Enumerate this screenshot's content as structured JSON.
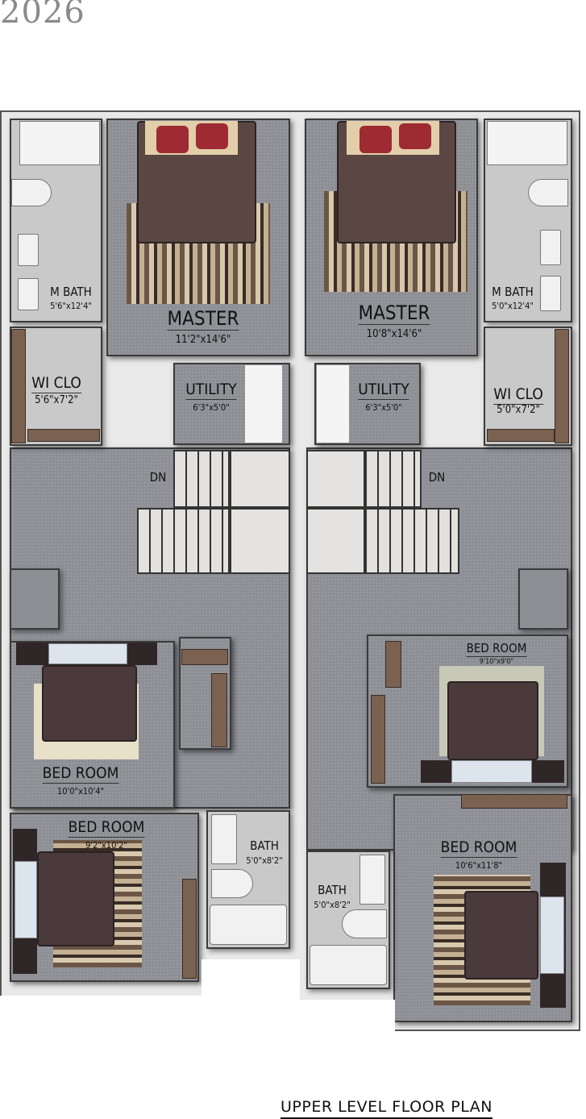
{
  "header": {
    "year": "2026"
  },
  "plan_title": "UPPER LEVEL FLOOR PLAN",
  "left_unit": {
    "m_bath": {
      "name": "M BATH",
      "dim": "5'6\"x12'4\""
    },
    "wi_clo": {
      "name": "WI CLO",
      "dim": "5'6\"x7'2\""
    },
    "master": {
      "name": "MASTER",
      "dim": "11'2\"x14'6\""
    },
    "utility": {
      "name": "UTILITY",
      "dim": "6'3\"x5'0\""
    },
    "stairs": {
      "label": "DN"
    },
    "bedroom_1": {
      "name": "BED ROOM",
      "dim": "10'0\"x10'4\""
    },
    "bedroom_2": {
      "name": "BED ROOM",
      "dim": "9'2\"x10'2\""
    },
    "bath": {
      "name": "BATH",
      "dim": "5'0\"x8'2\""
    }
  },
  "right_unit": {
    "m_bath": {
      "name": "M BATH",
      "dim": "5'0\"x12'4\""
    },
    "wi_clo": {
      "name": "WI CLO",
      "dim": "5'0\"x7'2\""
    },
    "master": {
      "name": "MASTER",
      "dim": "10'8\"x14'6\""
    },
    "utility": {
      "name": "UTILITY",
      "dim": "6'3\"x5'0\""
    },
    "stairs": {
      "label": "DN"
    },
    "bedroom_1": {
      "name": "BED ROOM",
      "dim": "9'10\"x9'0\""
    },
    "bedroom_2": {
      "name": "BED ROOM",
      "dim": "10'6\"x11'8\""
    },
    "bath": {
      "name": "BATH",
      "dim": "5'0\"x8'2\""
    }
  }
}
